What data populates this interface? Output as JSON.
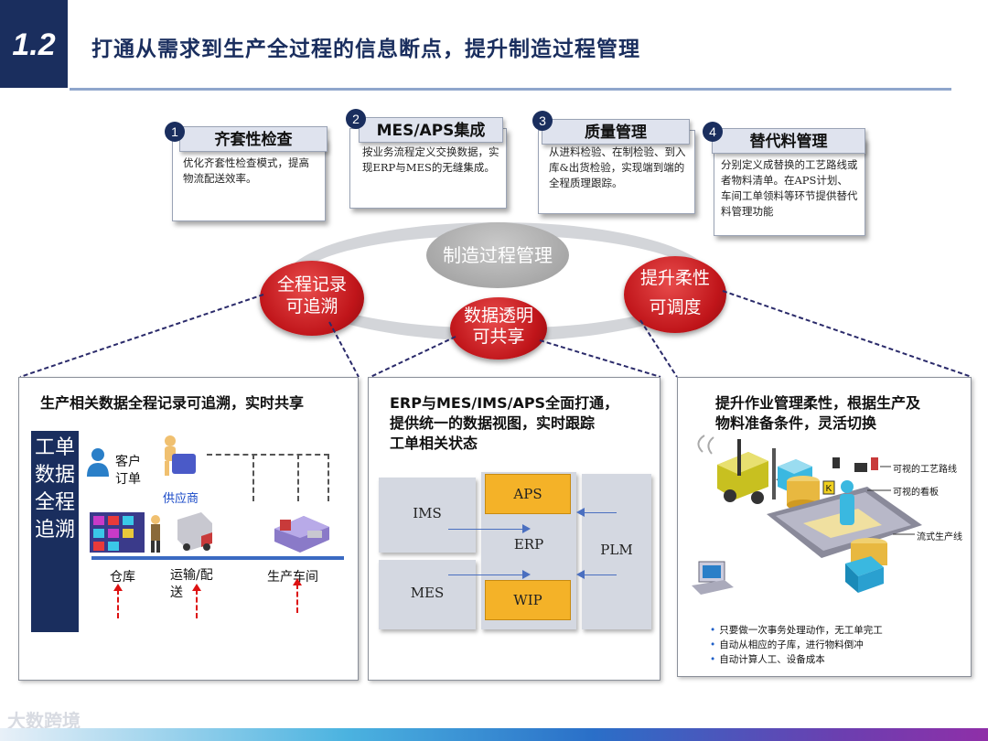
{
  "header": {
    "section_number": "1.2",
    "title": "打通从需求到生产全过程的信息断点，提升制造过程管理"
  },
  "cards": [
    {
      "num": "1",
      "title": "齐套性检查",
      "text": "优化齐套性检查模式，提高物流配送效率。"
    },
    {
      "num": "2",
      "title": "MES/APS集成",
      "text": "按业务流程定义交换数据，实现ERP与MES的无缝集成。"
    },
    {
      "num": "3",
      "title": "质量管理",
      "text": "从进料检验、在制检验、到入库&出货检验，实现端到端的全程质理跟踪。"
    },
    {
      "num": "4",
      "title": "替代料管理",
      "text": "分别定义成替换的工艺路线或者物料清单。在APS计划、车间工单领料等环节提供替代料管理功能"
    }
  ],
  "center": {
    "core": "制造过程管理",
    "bubble_left_line1": "全程记录",
    "bubble_left_line2": "可追溯",
    "bubble_mid_line1": "数据透明",
    "bubble_mid_line2": "可共享",
    "bubble_right_line1": "提升柔性",
    "bubble_right_line2": "可调度"
  },
  "panel1": {
    "heading": "生产相关数据全程记录可追溯，实时共享",
    "vertical_label": "工单数据全程追溯",
    "customer_line1": "客户",
    "customer_line2": "订单",
    "supplier": "供应商",
    "warehouse": "仓库",
    "transport_line1": "运输/配",
    "transport_line2": "送",
    "workshop": "生产车间"
  },
  "panel2": {
    "heading_line1": "ERP与MES/IMS/APS全面打通，",
    "heading_line2": "提供统一的数据视图，实时跟踪",
    "heading_line3": "工单相关状态",
    "ims": "IMS",
    "mes": "MES",
    "aps": "APS",
    "erp": "ERP",
    "wip": "WIP",
    "plm": "PLM"
  },
  "panel3": {
    "heading_line1": "提升作业管理柔性，根据生产及",
    "heading_line2": "物料准备条件，灵活切换",
    "label_route": "可视的工艺路线",
    "label_board": "可视的看板",
    "label_line": "流式生产线",
    "k_badge": "K",
    "bullets": [
      "只要做一次事务处理动作，无工单完工",
      "自动从相应的子库，进行物料倒冲",
      "自动计算人工、设备成本"
    ]
  },
  "watermark": "大数跨境",
  "colors": {
    "navy": "#1a2e5e",
    "red": "#c0151a",
    "gold": "#f4b228",
    "block_gray": "#d4d8e1",
    "arrow_blue": "#4a6fc0"
  }
}
